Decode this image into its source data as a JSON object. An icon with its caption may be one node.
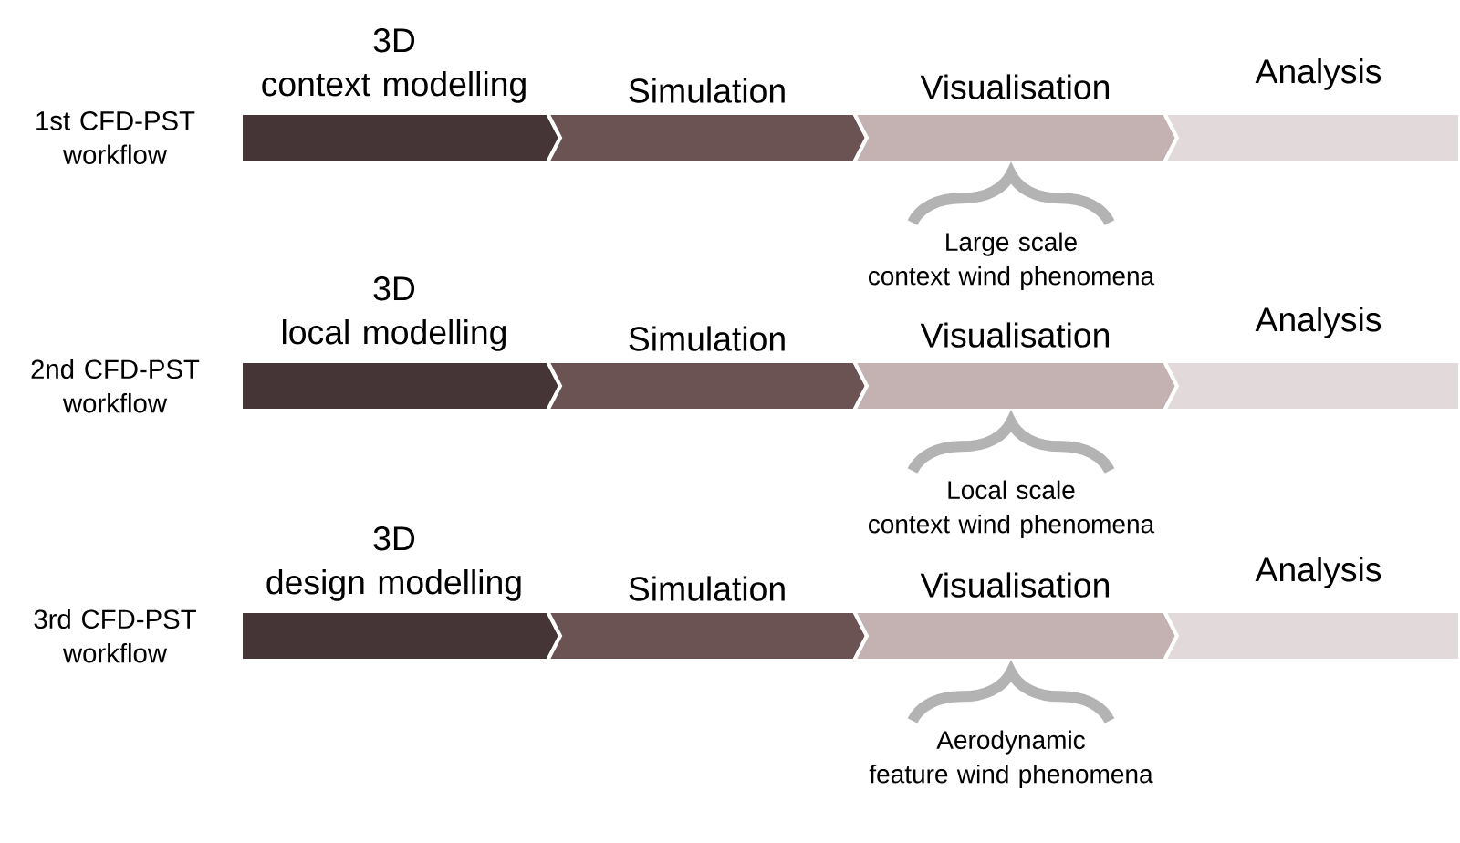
{
  "diagram": {
    "nodes": [
      {
        "text": [
          "3D context modelling"
        ]
      },
      {
        "text": [
          "Simulation"
        ]
      },
      {
        "text": [
          "Visualisation"
        ],
        "beside": [
          "Large scale context wind phenomena"
        ]
      },
      {
        "text": [
          "Analysis"
        ]
      },
      {
        "text": [
          "3D local modelling"
        ]
      },
      {
        "text": [
          "Simulation"
        ]
      },
      {
        "text": [
          "Visualisation"
        ],
        "beside": [
          "Local scale context wind phenomena"
        ]
      },
      {
        "text": [
          "Analysis"
        ]
      },
      {
        "text": [
          "3D design modelling"
        ]
      },
      {
        "text": [
          "Simulation"
        ]
      },
      {
        "text": [
          "Visualisation"
        ],
        "beside": [
          "Aerodynamic feature wind phenomena"
        ]
      },
      {
        "text": [
          "Analysis"
        ]
      }
    ],
    "labels": [
      "1st CFD-PST workflow",
      "2nd CFD-PST workflow",
      "3rd CFD-PST workflow"
    ]
  }
}
